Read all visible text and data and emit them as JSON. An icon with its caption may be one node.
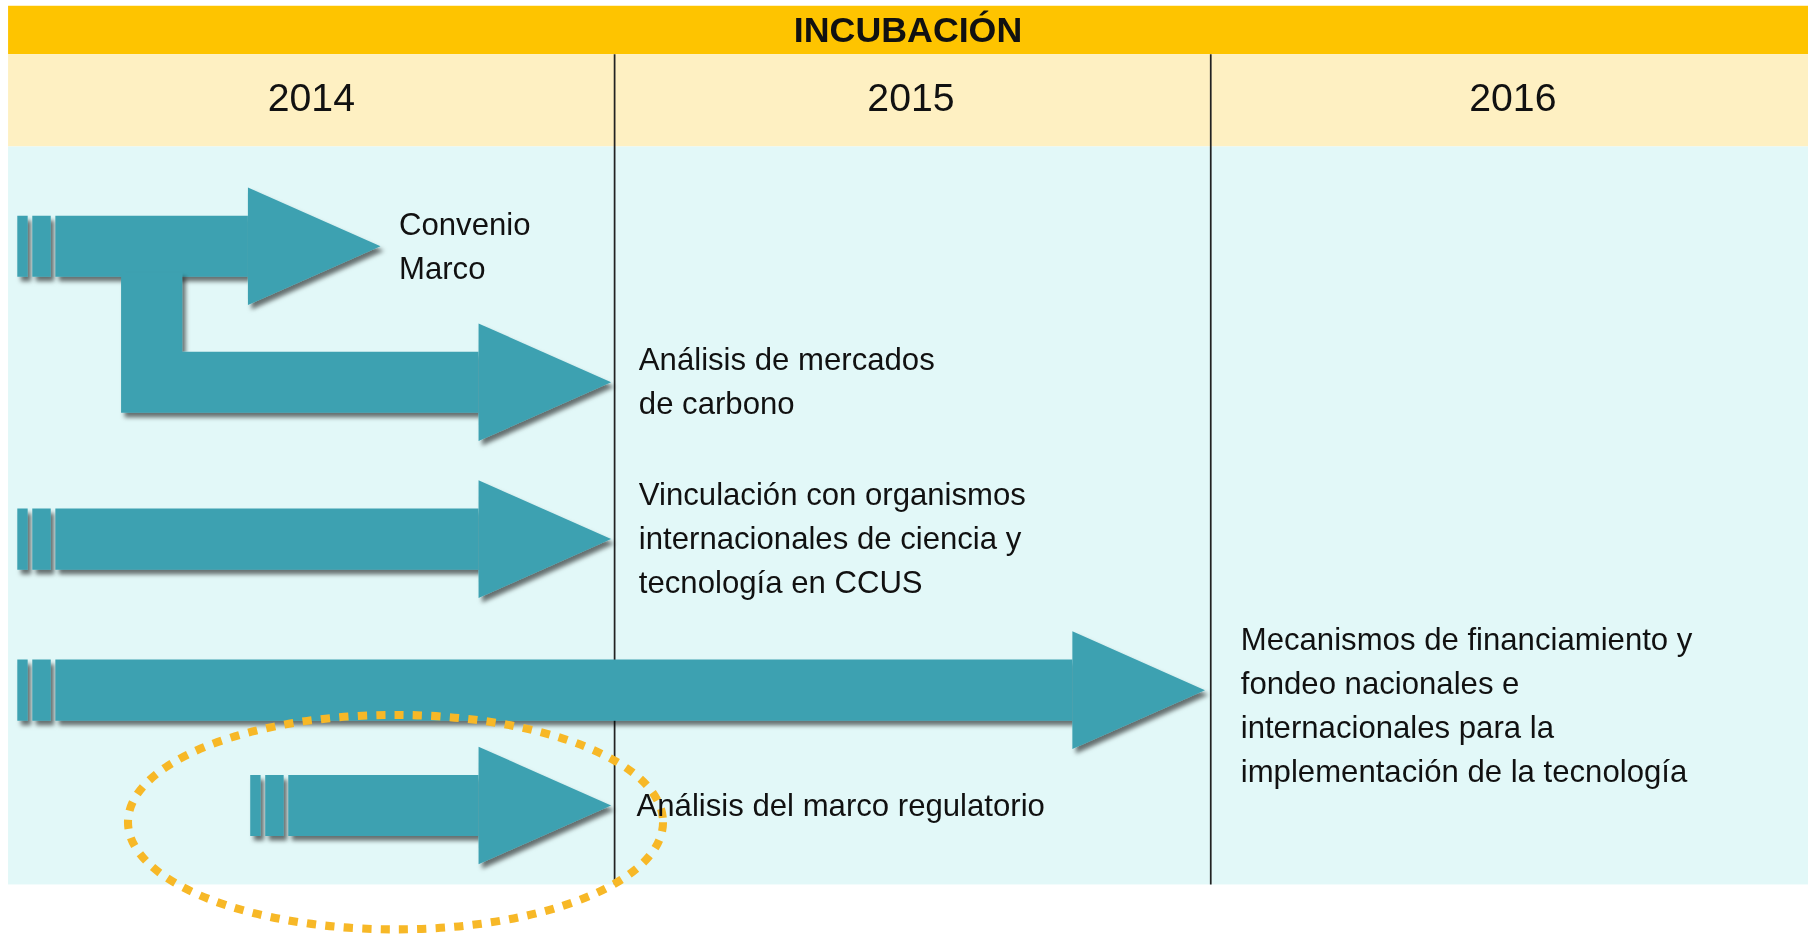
{
  "diagram": {
    "title": "INCUBACIÓN",
    "nodes": [
      {
        "text": [
          "Convenio Marco"
        ]
      },
      {
        "text": [
          "Análisis de mercados de carbono"
        ]
      },
      {
        "text": [
          "Vinculación con organismos internacionales de ciencia y tecnología en CCUS"
        ]
      },
      {
        "text": [
          "Mecanismos de financiamiento y fondeo nacionales e internacionales para la implementación de la tecnología"
        ]
      },
      {
        "text": [
          "Análisis del marco regulatorio"
        ]
      }
    ],
    "edges": [
      {
        "from": null,
        "to": 0,
        "arrow": "to"
      },
      {
        "from": null,
        "to": 1,
        "arrow": "to"
      },
      {
        "from": null,
        "to": 2,
        "arrow": "to"
      },
      {
        "from": null,
        "to": 3,
        "arrow": "to"
      },
      {
        "from": null,
        "to": 4,
        "arrow": "to"
      }
    ],
    "labels": [
      "2014",
      "2015",
      "2016"
    ]
  }
}
